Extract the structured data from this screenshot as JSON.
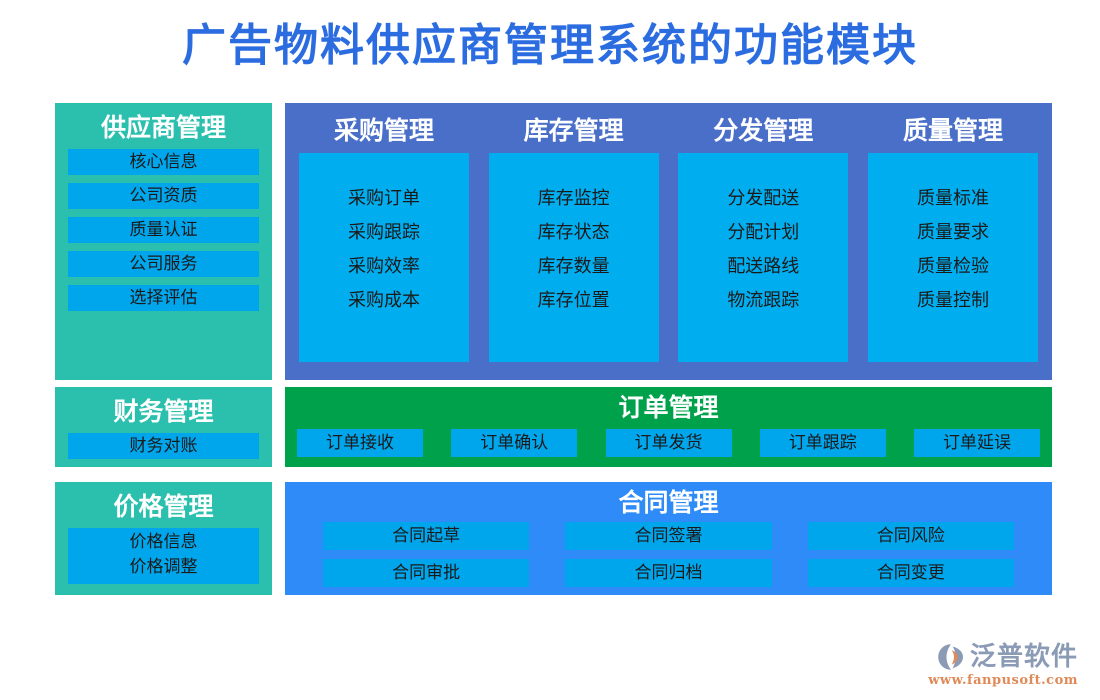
{
  "title": "广告物料供应商管理系统的功能模块",
  "colors": {
    "title_blue": "#2b6de0",
    "teal_panel": "#2bbfae",
    "purple_panel": "#4a6fc8",
    "green_panel": "#00a14b",
    "contract_panel": "#2e8bf7",
    "item_cyan": "#00a6ec",
    "column_box": "#00aeef"
  },
  "row1": {
    "supplier": {
      "title": "供应商管理",
      "items": [
        "核心信息",
        "公司资质",
        "质量认证",
        "公司服务",
        "选择评估"
      ]
    },
    "columns": [
      {
        "title": "采购管理",
        "items": [
          "采购订单",
          "采购跟踪",
          "采购效率",
          "采购成本"
        ]
      },
      {
        "title": "库存管理",
        "items": [
          "库存监控",
          "库存状态",
          "库存数量",
          "库存位置"
        ]
      },
      {
        "title": "分发管理",
        "items": [
          "分发配送",
          "分配计划",
          "配送路线",
          "物流跟踪"
        ]
      },
      {
        "title": "质量管理",
        "items": [
          "质量标准",
          "质量要求",
          "质量检验",
          "质量控制"
        ]
      }
    ]
  },
  "row2": {
    "finance": {
      "title": "财务管理",
      "items": [
        "财务对账"
      ]
    },
    "order": {
      "title": "订单管理",
      "items": [
        "订单接收",
        "订单确认",
        "订单发货",
        "订单跟踪",
        "订单延误"
      ]
    }
  },
  "row3": {
    "price": {
      "title": "价格管理",
      "items": [
        "价格信息",
        "价格调整"
      ]
    },
    "contract": {
      "title": "合同管理",
      "items": [
        "合同起草",
        "合同签署",
        "合同风险",
        "合同审批",
        "合同归档",
        "合同变更"
      ]
    }
  },
  "logo": {
    "name": "泛普软件",
    "url": "www.fanpusoft.com"
  }
}
